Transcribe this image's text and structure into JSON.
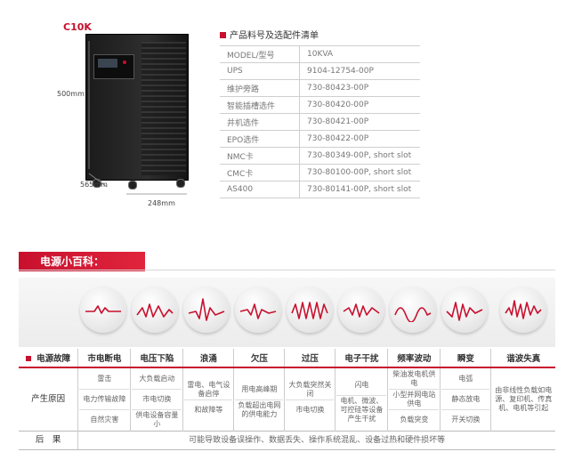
{
  "product": {
    "model_label": "C10K",
    "height_label": "500mm",
    "depth_label": "565mm",
    "width_label": "248mm"
  },
  "spec": {
    "title": "产品料号及选配件清单",
    "rows": [
      {
        "key": "MODEL/型号",
        "value": "10KVA"
      },
      {
        "key": "UPS",
        "value": "9104-12754-00P"
      },
      {
        "key": "维护旁路",
        "value": "730-80423-00P"
      },
      {
        "key": "智能插槽选件",
        "value": "730-80420-00P"
      },
      {
        "key": "并机选件",
        "value": "730-80421-00P"
      },
      {
        "key": "EPO选件",
        "value": "730-80422-00P"
      },
      {
        "key": "NMC卡",
        "value": "730-80349-00P, short slot"
      },
      {
        "key": "CMC卡",
        "value": "730-80100-00P, short slot"
      },
      {
        "key": "AS400",
        "value": "730-80141-00P, short slot"
      }
    ]
  },
  "section": {
    "title": "电源小百科："
  },
  "fault": {
    "row_header": "电源故障",
    "cause_label": "产生原因",
    "result_label": "后　果",
    "columns": [
      {
        "name": "市电断电",
        "causes": [
          "雷击",
          "电力传输故障",
          "自然灾害"
        ]
      },
      {
        "name": "电压下陷",
        "causes": [
          "大负载启动",
          "市电切换",
          "供电设备容量小"
        ]
      },
      {
        "name": "浪涌",
        "causes": [
          "雷电、电气设备启停",
          "和故障等"
        ]
      },
      {
        "name": "欠压",
        "causes": [
          "用电高峰期",
          "负载超出电网的供电能力"
        ]
      },
      {
        "name": "过压",
        "causes": [
          "大负载突然关闭",
          "市电切换"
        ]
      },
      {
        "name": "电子干扰",
        "causes": [
          "闪电",
          "电机、微波、可控硅等设备产生干扰"
        ]
      },
      {
        "name": "频率波动",
        "causes": [
          "柴油发电机供电",
          "小型并网电站供电",
          "负载突变"
        ]
      },
      {
        "name": "瞬变",
        "causes": [
          "电弧",
          "静态放电",
          "开关切换"
        ]
      },
      {
        "name": "谐波失真",
        "causes": [
          "由非线性负载如电源、复印机、传真机、电机等引起"
        ]
      }
    ],
    "result": "可能导致设备误操作、数据丢失、操作系统混乱、设备过热和硬件损坏等"
  },
  "colors": {
    "accent": "#c8102e"
  }
}
